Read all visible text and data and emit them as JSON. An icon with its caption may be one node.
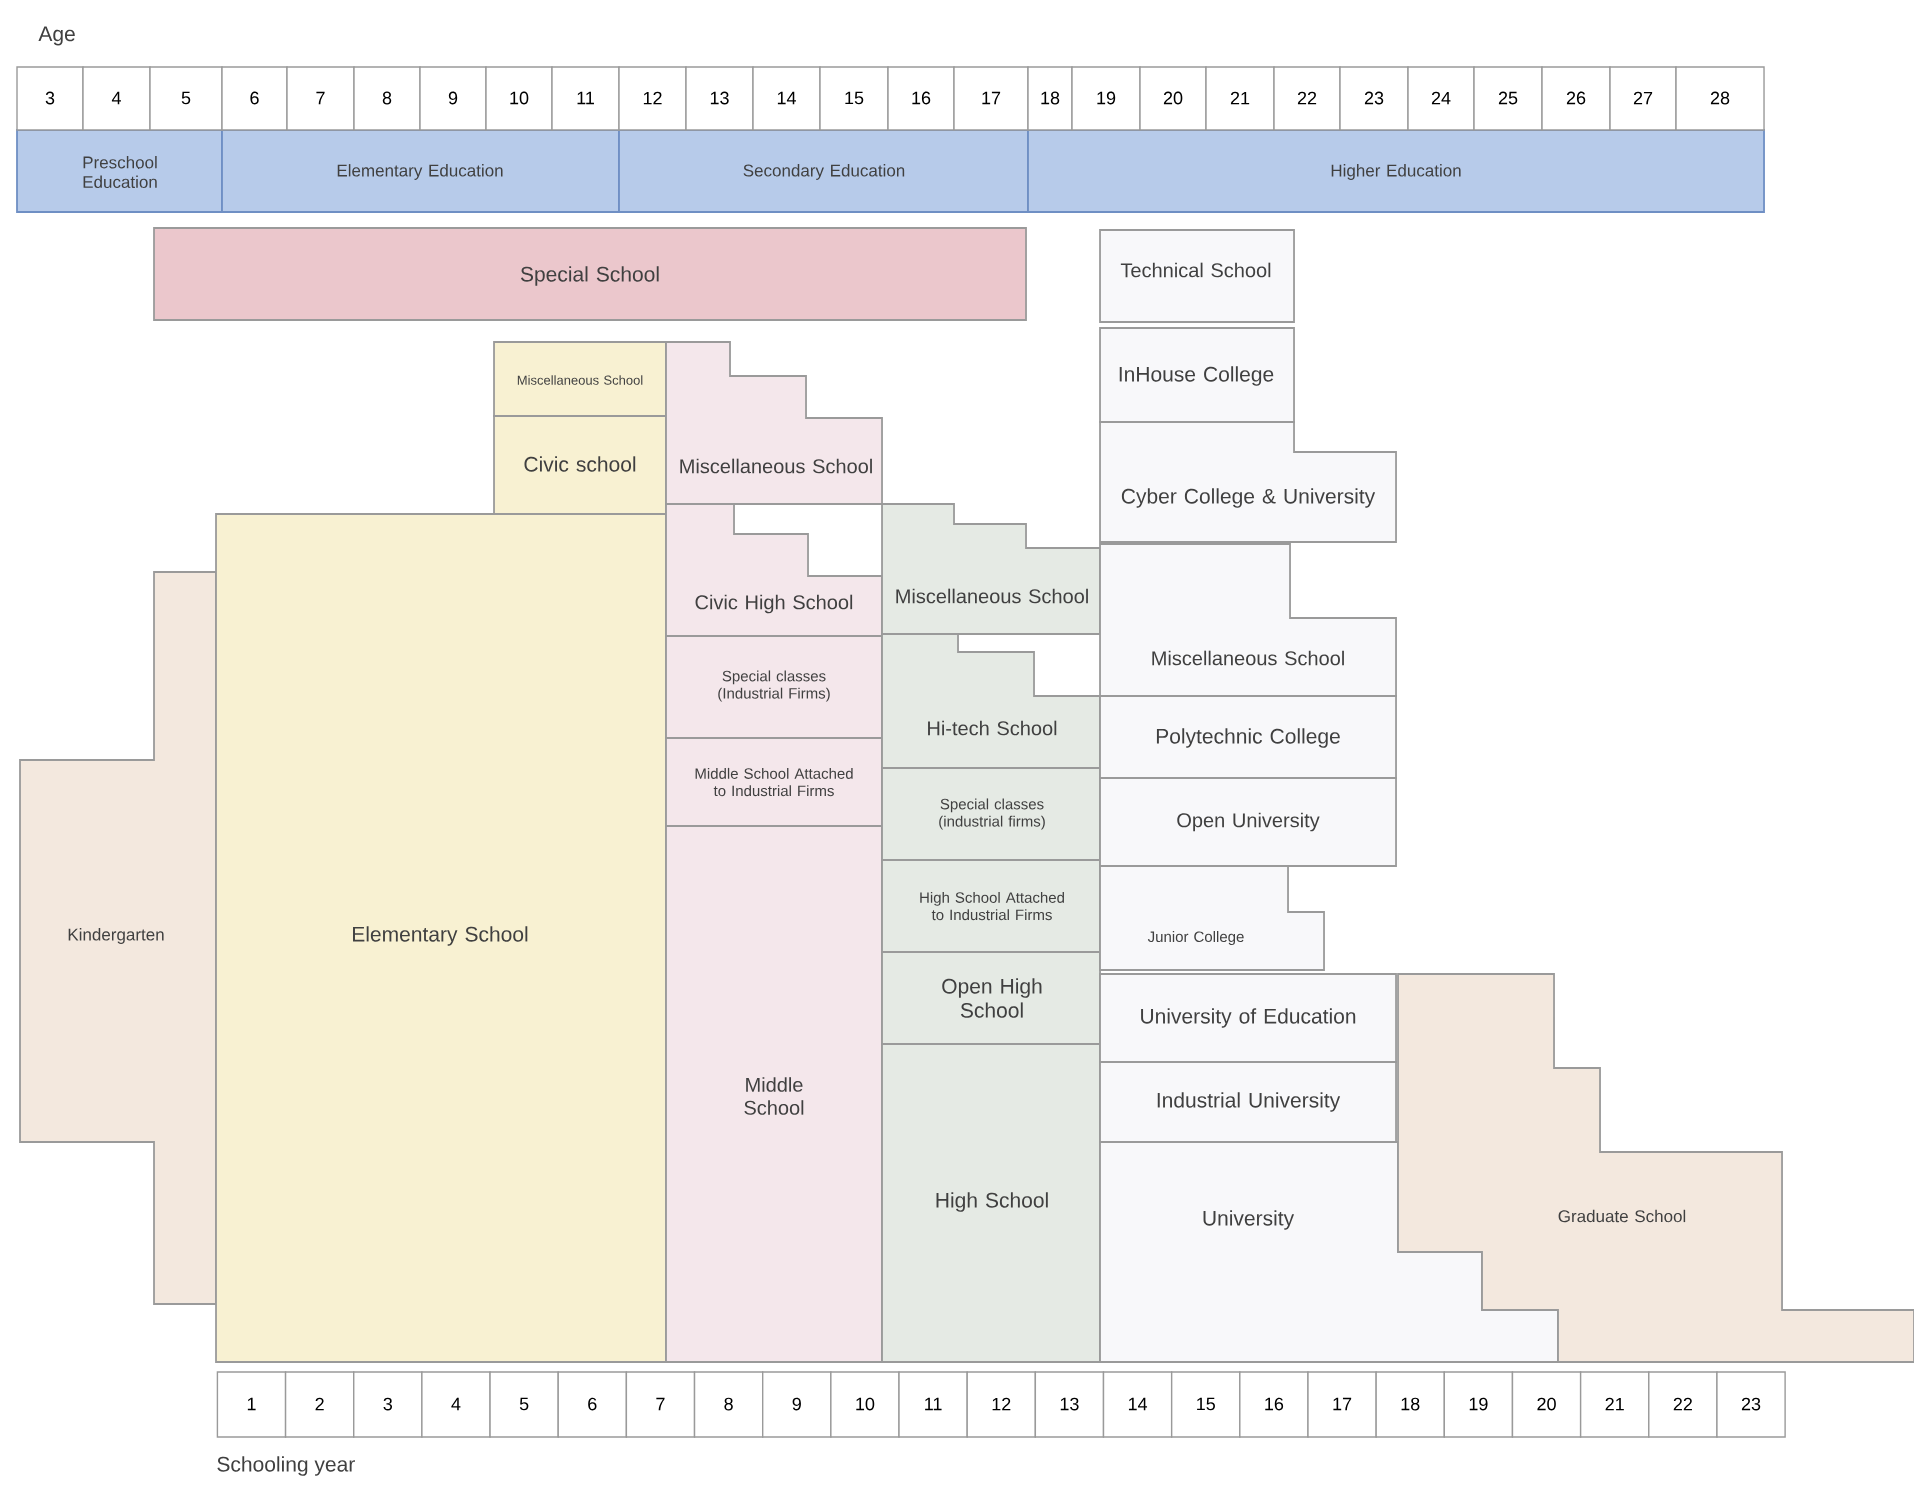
{
  "diagram": {
    "nodes": [
      {
        "text": [
          "Preschool Education"
        ]
      },
      {
        "text": [
          "Elementary Education"
        ]
      },
      {
        "text": [
          "Secondary Education"
        ]
      },
      {
        "text": [
          "Higher Education"
        ]
      },
      {
        "text": [
          "Special School"
        ]
      },
      {
        "text": [
          "Miscellaneous School"
        ]
      },
      {
        "text": [
          "Civic school"
        ]
      },
      {
        "text": [
          "Kindergarten"
        ]
      },
      {
        "text": [
          "Elementary School"
        ]
      },
      {
        "text": [
          "Miscellaneous School"
        ]
      },
      {
        "text": [
          "Civic High School"
        ]
      },
      {
        "text": [
          "Special classes (Industrial Firms)"
        ]
      },
      {
        "text": [
          "Middle School Attached to Industrial Firms"
        ]
      },
      {
        "text": [
          "Middle School"
        ]
      },
      {
        "text": [
          "Miscellaneous School"
        ]
      },
      {
        "text": [
          "Hi-tech School"
        ]
      },
      {
        "text": [
          "Special classes (industrial firms)"
        ]
      },
      {
        "text": [
          "High School Attached to Industrial Firms"
        ]
      },
      {
        "text": [
          "Open High School"
        ]
      },
      {
        "text": [
          "High School"
        ]
      },
      {
        "text": [
          "Technical School"
        ]
      },
      {
        "text": [
          "InHouse College"
        ]
      },
      {
        "text": [
          "Cyber College & University"
        ]
      },
      {
        "text": [
          "Miscellaneous School"
        ]
      },
      {
        "text": [
          "Polytechnic College"
        ]
      },
      {
        "text": [
          "Open University"
        ]
      },
      {
        "text": [
          "Junior College"
        ]
      },
      {
        "text": [
          "University of Education"
        ]
      },
      {
        "text": [
          "Industrial University"
        ]
      },
      {
        "text": [
          "University"
        ]
      },
      {
        "text": [
          "Graduate School"
        ]
      }
    ],
    "labels": [
      "Age",
      "3",
      "4",
      "5",
      "6",
      "7",
      "8",
      "9",
      "10",
      "11",
      "12",
      "13",
      "14",
      "15",
      "16",
      "17",
      "18",
      "19",
      "20",
      "21",
      "22",
      "23",
      "24",
      "25",
      "26",
      "27",
      "28",
      "1",
      "2",
      "3",
      "4",
      "5",
      "6",
      "7",
      "8",
      "9",
      "10",
      "11",
      "12",
      "13",
      "14",
      "15",
      "16",
      "17",
      "18",
      "19",
      "20",
      "21",
      "22",
      "23",
      "Schooling year"
    ]
  }
}
